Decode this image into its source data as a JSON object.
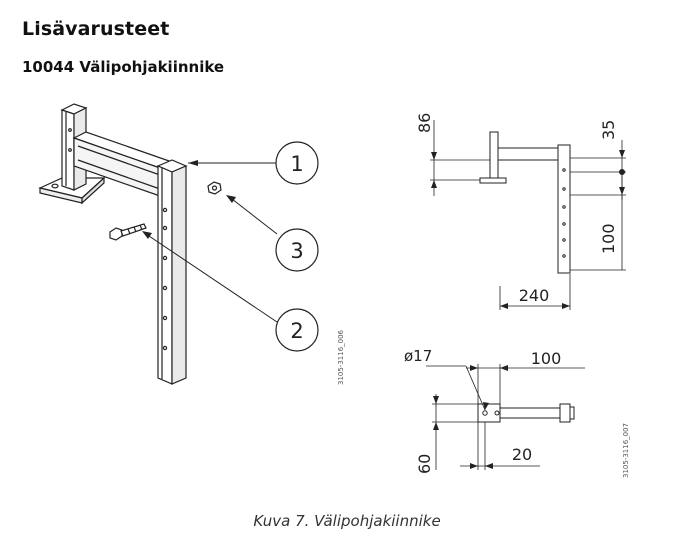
{
  "document": {
    "section_title": "Lisävarusteet",
    "product_title": "10044 Välipohjakiinnike",
    "caption": "Kuva 7. Välipohjakiinnike"
  },
  "assembly_drawing": {
    "callouts": [
      "1",
      "3",
      "2"
    ],
    "drawing_code": "3105-3116_006"
  },
  "dimension_drawing": {
    "dim_86": "86",
    "dim_35": "35",
    "dim_100_vertical": "100",
    "dim_240": "240",
    "dim_diameter": "ø17",
    "dim_100_horizontal": "100",
    "dim_60": "60",
    "dim_20": "20",
    "drawing_code": "3105-3116_007"
  }
}
